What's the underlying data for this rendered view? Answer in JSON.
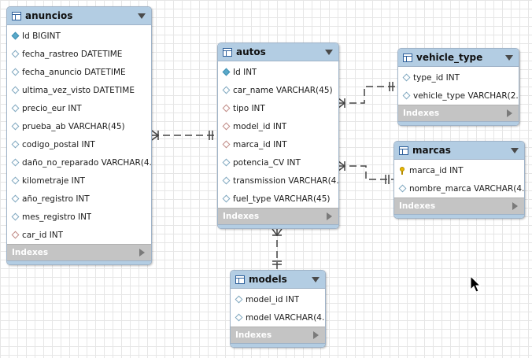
{
  "tables": {
    "anuncios": {
      "name": "anuncios",
      "indexes_label": "Indexes",
      "columns": [
        {
          "text": "Id BIGINT",
          "kind": "pk"
        },
        {
          "text": "fecha_rastreo DATETIME",
          "kind": "col"
        },
        {
          "text": "fecha_anuncio DATETIME",
          "kind": "col"
        },
        {
          "text": "ultima_vez_visto DATETIME",
          "kind": "col"
        },
        {
          "text": "precio_eur INT",
          "kind": "col"
        },
        {
          "text": "prueba_ab VARCHAR(45)",
          "kind": "col"
        },
        {
          "text": "codigo_postal INT",
          "kind": "col"
        },
        {
          "text": "daño_no_reparado VARCHAR(4...",
          "kind": "col"
        },
        {
          "text": "kilometraje INT",
          "kind": "col"
        },
        {
          "text": "año_registro INT",
          "kind": "col"
        },
        {
          "text": "mes_registro INT",
          "kind": "col"
        },
        {
          "text": "car_id INT",
          "kind": "fk"
        }
      ]
    },
    "autos": {
      "name": "autos",
      "indexes_label": "Indexes",
      "columns": [
        {
          "text": "Id INT",
          "kind": "pk"
        },
        {
          "text": "car_name VARCHAR(45)",
          "kind": "col"
        },
        {
          "text": "tipo INT",
          "kind": "fk"
        },
        {
          "text": "model_id INT",
          "kind": "fk"
        },
        {
          "text": "marca_id INT",
          "kind": "fk"
        },
        {
          "text": "potencia_CV INT",
          "kind": "col"
        },
        {
          "text": "transmission VARCHAR(4...",
          "kind": "col"
        },
        {
          "text": "fuel_type VARCHAR(45)",
          "kind": "col"
        }
      ]
    },
    "vehicle_type": {
      "name": "vehicle_type",
      "indexes_label": "Indexes",
      "columns": [
        {
          "text": "type_id INT",
          "kind": "col"
        },
        {
          "text": "vehicle_type VARCHAR(2...",
          "kind": "col"
        }
      ]
    },
    "marcas": {
      "name": "marcas",
      "indexes_label": "Indexes",
      "columns": [
        {
          "text": "marca_id INT",
          "kind": "key"
        },
        {
          "text": "nombre_marca VARCHAR(4...",
          "kind": "col"
        }
      ]
    },
    "models": {
      "name": "models",
      "indexes_label": "Indexes",
      "columns": [
        {
          "text": "model_id INT",
          "kind": "col"
        },
        {
          "text": "model VARCHAR(4...",
          "kind": "col"
        }
      ]
    }
  },
  "relationships": [
    {
      "from": "anuncios",
      "to": "autos",
      "from_end": "many",
      "to_end": "one"
    },
    {
      "from": "autos",
      "to": "vehicle_type",
      "from_end": "many",
      "to_end": "one"
    },
    {
      "from": "autos",
      "to": "marcas",
      "from_end": "many",
      "to_end": "one"
    },
    {
      "from": "autos",
      "to": "models",
      "from_end": "many",
      "to_end": "one"
    }
  ],
  "colors": {
    "header": "#b3cde3",
    "border": "#9fb3c8",
    "indexes_bar": "#c4c4c4",
    "connector": "#444444"
  },
  "cursor_icon": "arrow-pointer-icon"
}
